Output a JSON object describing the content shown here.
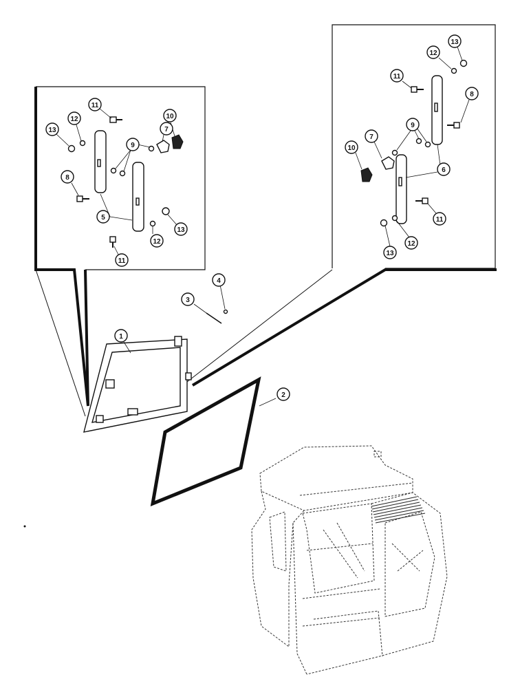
{
  "labels": {
    "frame": "1",
    "glass": "2",
    "pin": "3",
    "clip": "4",
    "link_left": "5",
    "link_right": "6",
    "bracket": "7",
    "bolt_8": "8",
    "washer_9": "9",
    "knob_10": "10",
    "screw_11": "11",
    "washer_12": "12",
    "nut_13": "13"
  }
}
